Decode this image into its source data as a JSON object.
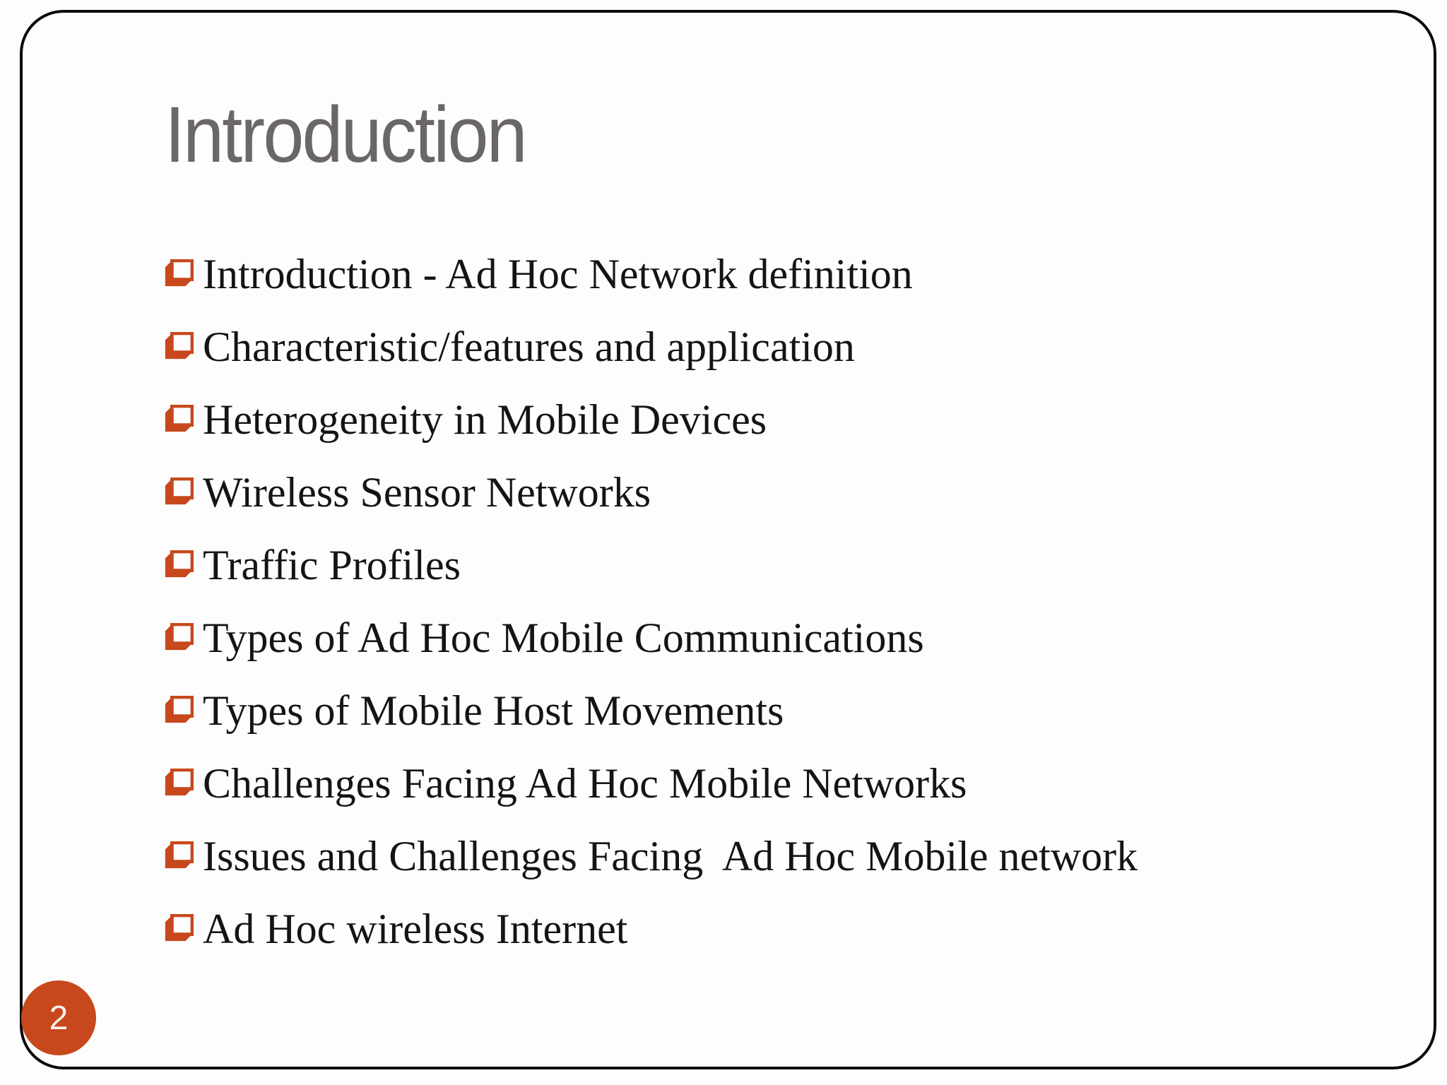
{
  "slide": {
    "title": "Introduction",
    "page_number": "2",
    "bullets": [
      "Introduction - Ad Hoc Network definition",
      "Characteristic/features and application",
      "Heterogeneity in Mobile Devices",
      "Wireless Sensor Networks",
      "Traffic Profiles",
      "Types of Ad Hoc Mobile Communications",
      "Types of Mobile Host Movements",
      "Challenges Facing Ad Hoc Mobile Networks",
      "Issues and Challenges Facing  Ad Hoc Mobile network",
      "Ad Hoc wireless Internet"
    ],
    "icons": {
      "bullet": "shadowed-square-checkbox-icon"
    },
    "colors": {
      "accent_orange": "#C7481C",
      "title_gray": "#6B6766",
      "body_text": "#141414",
      "frame_border": "#0A0A0A",
      "background": "#FDFDFD",
      "page_number_text": "#F8F0EA"
    }
  }
}
